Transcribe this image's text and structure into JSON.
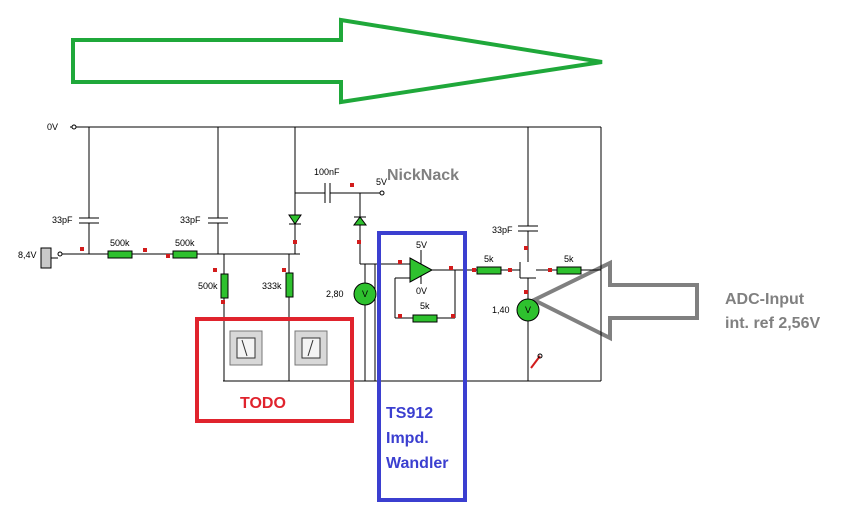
{
  "colors": {
    "arrow_green": "#1fa83a",
    "arrow_gray": "#808080",
    "todo_box": "#e0232d",
    "ts912_box": "#3b3fd0",
    "component_green": "#2ec12e",
    "pin_red": "#d21c1c"
  },
  "labels": {
    "ground": "0V",
    "cap_top": "100nF",
    "supply": "5V",
    "input_voltage": "8,4V",
    "cap1": "33pF",
    "cap2": "33pF",
    "cap3": "33pF",
    "res1": "500k",
    "res2": "500k",
    "res3": "500k",
    "res4": "333k",
    "opamp_supply": "5V",
    "opamp_ground": "0V",
    "res_feedback": "5k",
    "res_out1": "5k",
    "res_out2": "5k",
    "meter_left_value": "2,80",
    "meter_right_value": "1,40",
    "meter_symbol": "V"
  },
  "annotations": {
    "nicknack": "NickNack",
    "todo": "TODO",
    "ts912_line1": "TS912",
    "ts912_line2": "Impd.",
    "ts912_line3": "Wandler",
    "adc_line1": "ADC-Input",
    "adc_line2": "int. ref 2,56V"
  }
}
